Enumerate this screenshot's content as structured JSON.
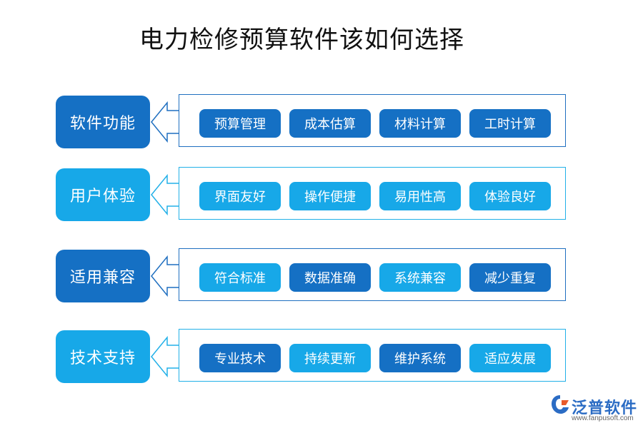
{
  "title": "电力检修预算软件该如何选择",
  "colors": {
    "dark": "#1570c4",
    "light": "#17a8e8"
  },
  "rows": [
    {
      "category": "软件功能",
      "tone": "dark",
      "items": [
        "预算管理",
        "成本估算",
        "材料计算",
        "工时计算"
      ]
    },
    {
      "category": "用户体验",
      "tone": "light",
      "items": [
        "界面友好",
        "操作便捷",
        "易用性高",
        "体验良好"
      ]
    },
    {
      "category": "适用兼容",
      "tone": "dark",
      "items": [
        "符合标准",
        "数据准确",
        "系统兼容",
        "减少重复"
      ]
    },
    {
      "category": "技术支持",
      "tone": "light",
      "items": [
        "专业技术",
        "持续更新",
        "维护系统",
        "适应发展"
      ]
    }
  ],
  "watermark": {
    "name": "泛普软件",
    "url": "www.fanpusoft.com",
    "icon": "fanpu-logo-icon"
  }
}
